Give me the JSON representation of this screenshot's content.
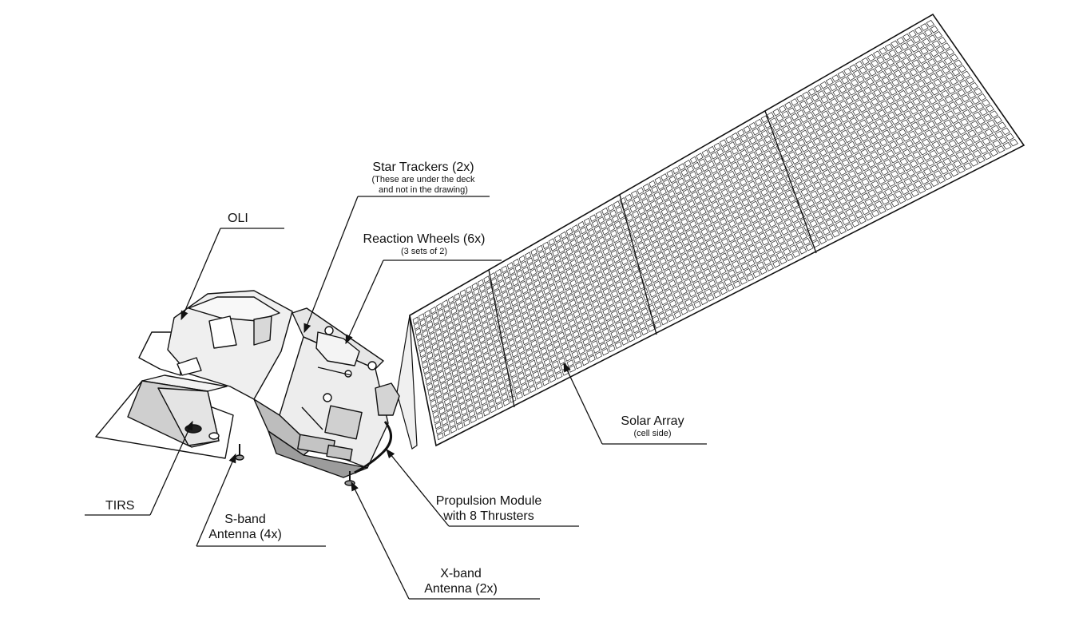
{
  "labels": {
    "star_trackers": {
      "title": "Star Trackers (2x)",
      "note1": "(These are under the deck",
      "note2": "and not in the drawing)"
    },
    "oli": {
      "title": "OLI"
    },
    "reaction_wheels": {
      "title": "Reaction Wheels (6x)",
      "note": "(3 sets of 2)"
    },
    "solar_array": {
      "title": "Solar Array",
      "note": "(cell side)"
    },
    "tirs": {
      "title": "TIRS"
    },
    "s_band": {
      "line1": "S-band",
      "line2": "Antenna (4x)"
    },
    "propulsion": {
      "line1": "Propulsion Module",
      "line2": "with 8 Thrusters"
    },
    "x_band": {
      "line1": "X-band",
      "line2": "Antenna (2x)"
    }
  },
  "colors": {
    "ink": "#111111",
    "body_light": "#efefef",
    "body_mid": "#d6d6d6",
    "body_dark": "#9a9a9a",
    "panel": "#ffffff"
  }
}
